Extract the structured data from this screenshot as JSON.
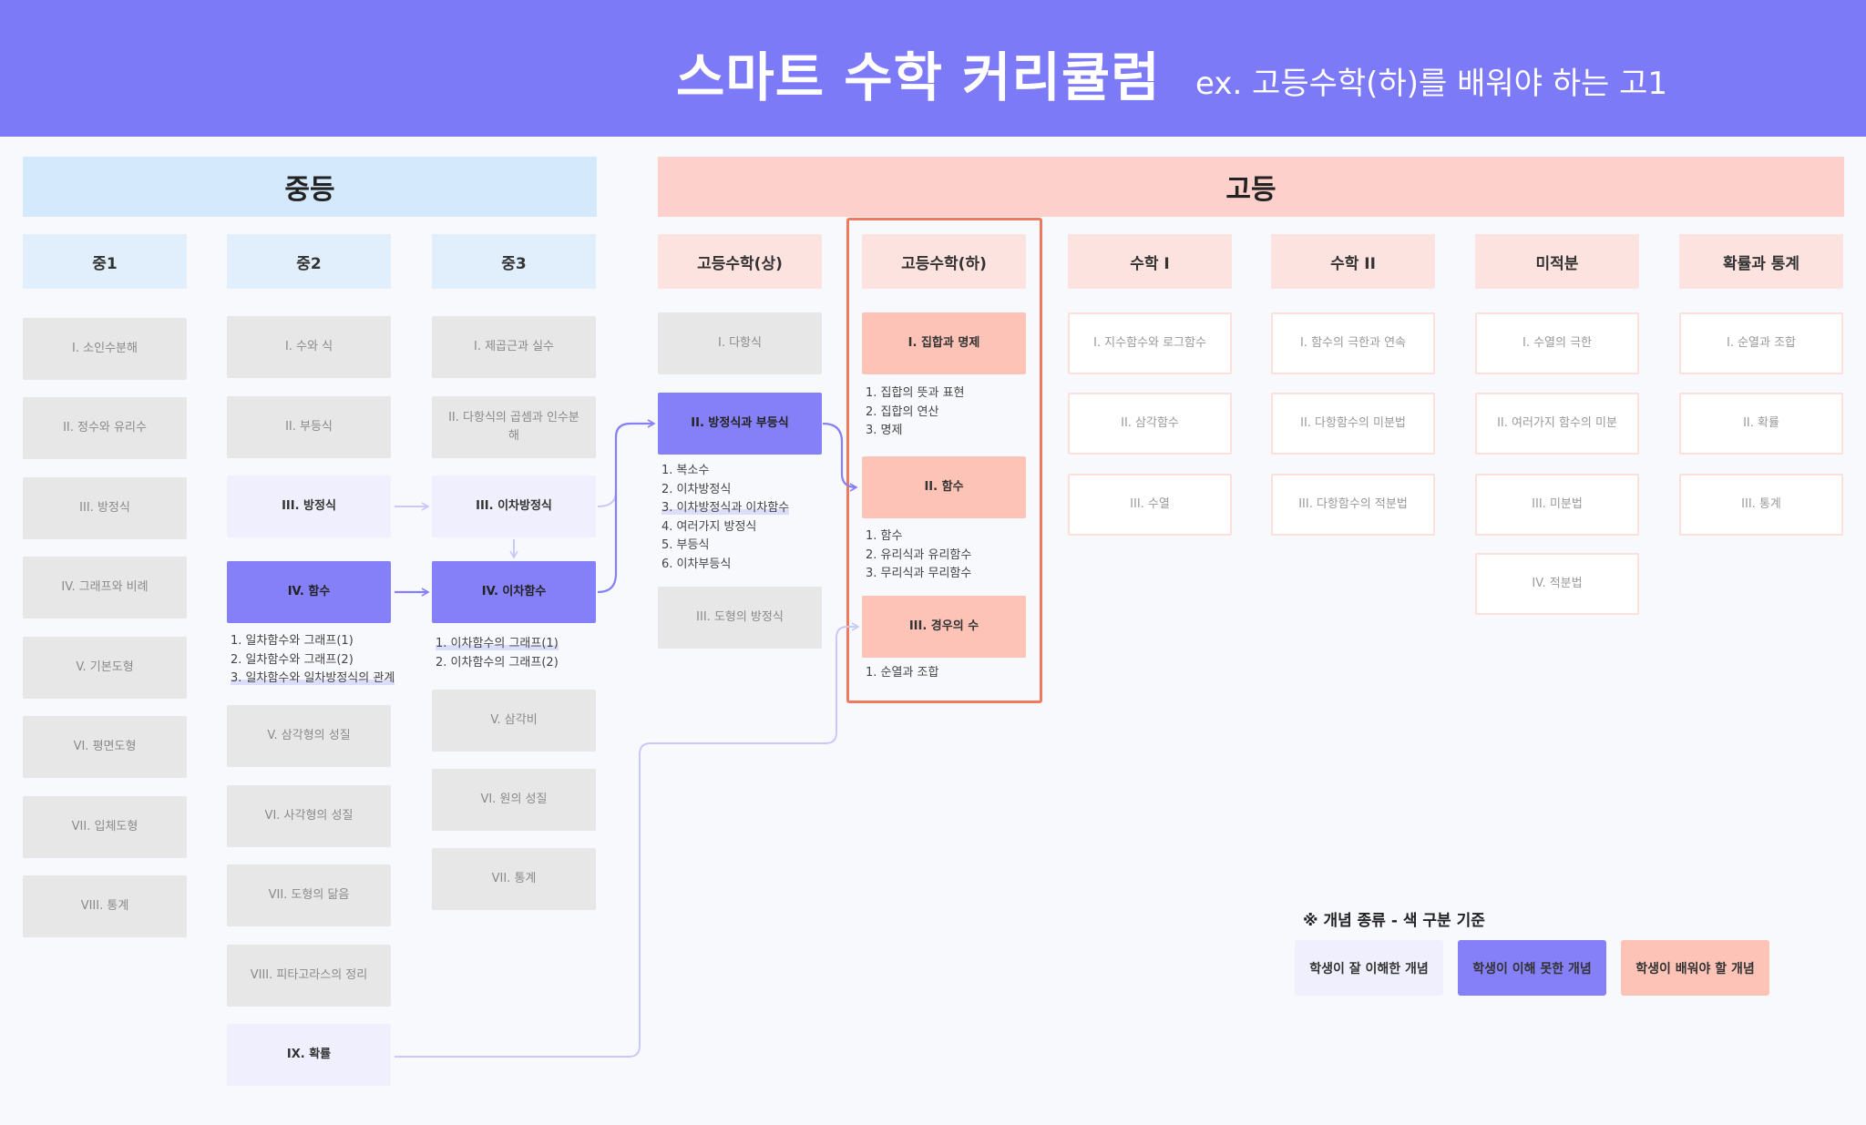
{
  "header": {
    "title": "스마트 수학 커리큘럼",
    "subtitle": "ex. 고등수학(하)를 배워야 하는 고1"
  },
  "sections": {
    "middle": "중등",
    "high": "고등"
  },
  "colors": {
    "header": "#7d7af8",
    "understood": "#efeffd",
    "not_understood": "#8580f8",
    "to_learn": "#fcc3b6",
    "focus_border": "#ef7a5f"
  },
  "columns": {
    "m1": {
      "header": "중1",
      "units": [
        "I. 소인수분해",
        "II. 정수와 유리수",
        "III. 방정식",
        "IV. 그래프와 비례",
        "V. 기본도형",
        "VI. 평면도형",
        "VII. 입체도형",
        "VIII. 통계"
      ]
    },
    "m2": {
      "header": "중2",
      "units": [
        "I. 수와 식",
        "II. 부등식",
        "III. 방정식",
        "IV. 함수",
        "V. 삼각형의 성질",
        "VI. 사각형의 성질",
        "VII. 도형의 닮음",
        "VIII. 피타고라스의 정리",
        "IX. 확률"
      ],
      "sub": [
        "1. 일차함수와 그래프(1)",
        "2. 일차함수와 그래프(2)",
        "3. 일차함수와 일차방정식의 관계"
      ]
    },
    "m3": {
      "header": "중3",
      "units": [
        "I. 제곱근과 실수",
        "II. 다항식의 곱셈과 인수분해",
        "III. 이차방정식",
        "IV. 이차함수",
        "V. 삼각비",
        "VI. 원의 성질",
        "VII. 통계"
      ],
      "sub": [
        "1. 이차함수의 그래프(1)",
        "2. 이차함수의 그래프(2)"
      ]
    },
    "h0": {
      "header": "고등수학(상)",
      "units": [
        "I. 다항식",
        "II. 방정식과 부등식",
        "III. 도형의 방정식"
      ],
      "sub": [
        "1. 복소수",
        "2. 이차방정식",
        "3. 이차방정식과 이차함수",
        "4. 여러가지 방정식",
        "5. 부등식",
        "6. 이차부등식"
      ]
    },
    "h1": {
      "header": "고등수학(하)",
      "units": [
        "I. 집합과 명제",
        "II. 함수",
        "III. 경우의 수"
      ],
      "sub1": [
        "1. 집합의 뜻과 표현",
        "2. 집합의 연산",
        "3. 명제"
      ],
      "sub2": [
        "1. 함수",
        "2. 유리식과 유리함수",
        "3. 무리식과 무리함수"
      ],
      "sub3": [
        "1. 순열과 조합"
      ]
    },
    "h2": {
      "header": "수학 I",
      "units": [
        "I. 지수함수와 로그함수",
        "II. 삼각함수",
        "III. 수열"
      ]
    },
    "h3": {
      "header": "수학 II",
      "units": [
        "I. 함수의 극한과 연속",
        "II. 다항함수의 미분법",
        "III. 다항함수의 적분법"
      ]
    },
    "h4": {
      "header": "미적분",
      "units": [
        "I. 수열의 극한",
        "II. 여러가지 함수의 미분",
        "III. 미분법",
        "IV. 적분법"
      ]
    },
    "h5": {
      "header": "확률과 통계",
      "units": [
        "I. 순열과 조합",
        "II. 확률",
        "III. 통계"
      ]
    }
  },
  "legend": {
    "title": "※ 개념 종류 - 색 구분 기준",
    "items": [
      "학생이 잘 이해한 개념",
      "학생이 이해 못한 개념",
      "학생이 배워야 할 개념"
    ]
  }
}
